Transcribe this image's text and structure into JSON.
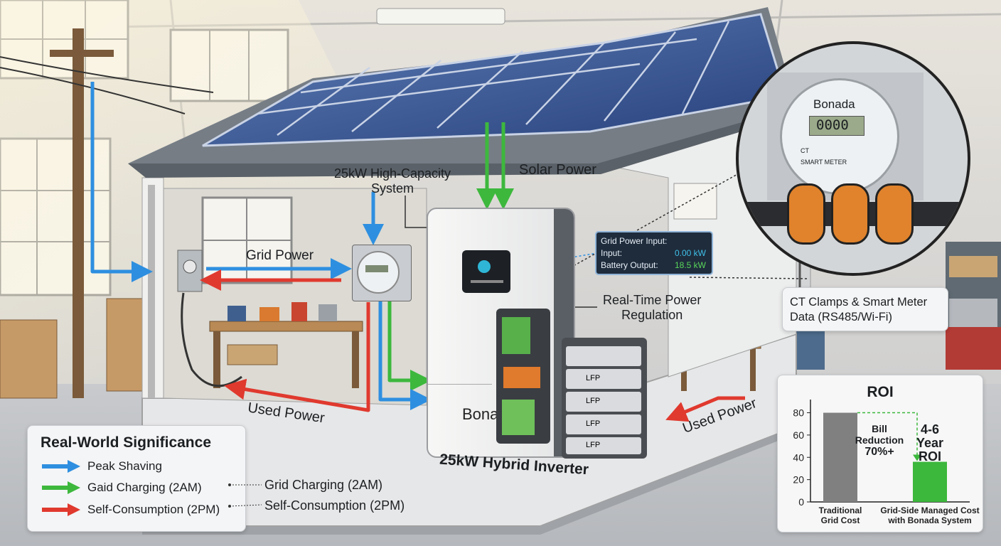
{
  "labels": {
    "system": "25kW High-Capacity\nSystem",
    "solar_power": "Solar Power",
    "grid_power": "Grid Power",
    "used_power_left": "Used Power",
    "used_power_right": "Used Power",
    "realtime": "Real-Time Power\nRegulation",
    "inverter_title": "25kW Hybrid Inverter",
    "inverter_brand": "Bonada",
    "ct_clamps": "CT Clamps & Smart Meter\nData (RS485/Wi-Fi)",
    "battery_cell": "LFP"
  },
  "display": {
    "title": "Grid Power Input:",
    "input_label": "Input:",
    "input_value": "0.00 kW",
    "battery_label": "Battery Output:",
    "battery_value": "18.5 kW"
  },
  "meter": {
    "brand": "Bonada",
    "reading": "0000",
    "sub1": "CT",
    "sub2": "SMART METER"
  },
  "significance": {
    "title": "Real-World Significance",
    "items": [
      {
        "label": "Peak Shaving",
        "color": "#2e8fe0"
      },
      {
        "label": "Gaid Charging (2AM)",
        "color": "#3db83d"
      },
      {
        "label": "Self-Consumption (2PM)",
        "color": "#e0392e"
      }
    ],
    "notes": [
      "Grid Charging (2AM)",
      "Self-Consumption (2PM)"
    ]
  },
  "colors": {
    "grid": "#2e8fe0",
    "solar": "#3db83d",
    "used": "#e0392e"
  },
  "roi": {
    "title": "ROI",
    "bill_reduction": "Bill\nReduction\n70%+",
    "payback": "4-6\nYear\nROI"
  },
  "chart_data": {
    "type": "bar",
    "title": "ROI",
    "categories": [
      "Traditional\nGrid Cost",
      "Grid-Side Managed Cost\nwith Bonada System"
    ],
    "values": [
      80,
      36
    ],
    "colors": [
      "#808080",
      "#3cb83c"
    ],
    "yticks": [
      0,
      20,
      40,
      60,
      80
    ],
    "ylim": [
      0,
      88
    ]
  }
}
